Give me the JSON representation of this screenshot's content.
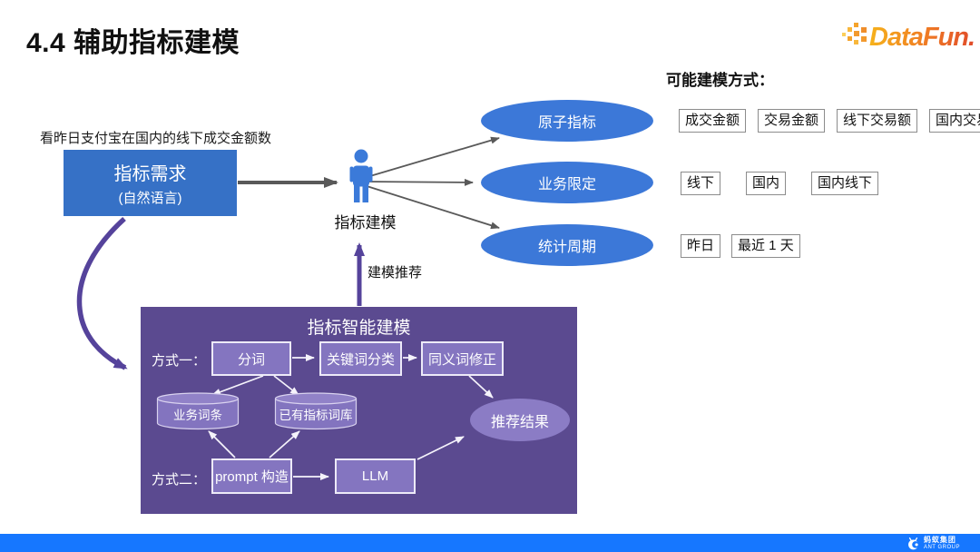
{
  "slide": {
    "title": "4.4 辅助指标建模",
    "brand": "DataFun.",
    "footer": {
      "brand_cn": "蚂蚁集团",
      "brand_en": "ANT GROUP"
    }
  },
  "flow": {
    "query_annotation": "看昨日支付宝在国内的线下成交金额数",
    "requirement_box": {
      "title": "指标需求",
      "subtitle": "(自然语言)"
    },
    "person_label": "指标建模",
    "feedback_arrow_label": "建模推荐",
    "outputs": [
      "原子指标",
      "业务限定",
      "统计周期"
    ]
  },
  "options": {
    "header": "可能建模方式：",
    "rows": [
      [
        "成交金额",
        "交易金额",
        "线下交易额",
        "国内交易额"
      ],
      [
        "线下",
        "国内",
        "国内线下"
      ],
      [
        "昨日",
        "最近 1 天"
      ]
    ]
  },
  "engine": {
    "title": "指标智能建模",
    "method1_label": "方式一：",
    "method2_label": "方式二：",
    "steps": [
      "分词",
      "关键词分类",
      "同义词修正"
    ],
    "stores": [
      "业务词条",
      "已有指标词库"
    ],
    "result": "推荐结果",
    "method2_steps": [
      "prompt 构造",
      "LLM"
    ]
  },
  "colors": {
    "ellipse_blue": "#3C78D8",
    "requirement_blue": "#3671C6",
    "panel_purple": "#5B4A90",
    "node_purple": "#8475C0",
    "result_purple": "#8B7CC5",
    "arrow_purple": "#55439B",
    "arrow_gray": "#595959",
    "footer_blue": "#1677FF",
    "brand_orange_start": "#F6B21B",
    "brand_orange_end": "#E04B2A"
  }
}
